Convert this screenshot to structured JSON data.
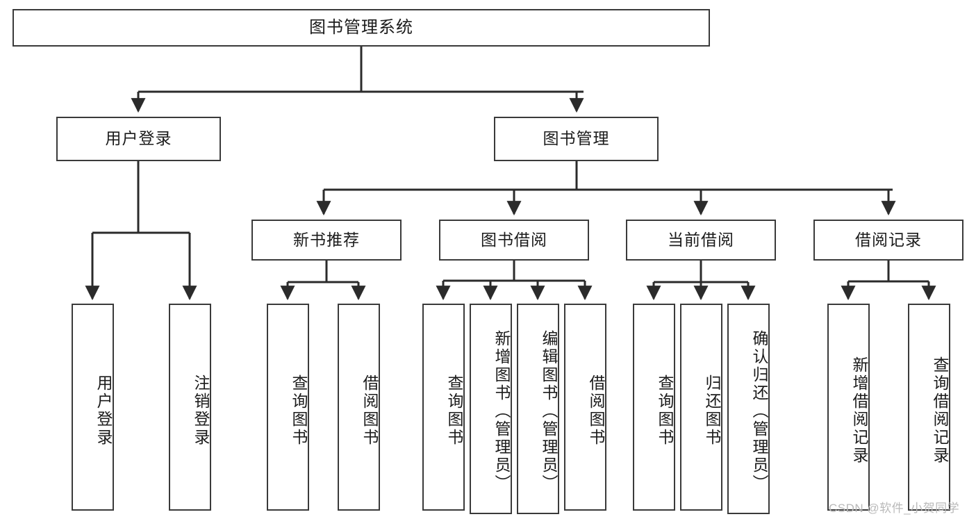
{
  "diagram": {
    "title": "图书管理系统",
    "type": "tree",
    "colors": {
      "box_border": "#3a3a3a",
      "box_fill": "#ffffff",
      "edge": "#2b2b2b",
      "text": "#1b1b1b",
      "watermark": "#b9b9b9"
    },
    "root": {
      "label": "图书管理系统"
    },
    "level2": [
      {
        "id": "user-login",
        "label": "用户登录"
      },
      {
        "id": "book-manage",
        "label": "图书管理"
      }
    ],
    "level3": [
      {
        "id": "new-book-recommend",
        "label": "新书推荐"
      },
      {
        "id": "book-borrow",
        "label": "图书借阅"
      },
      {
        "id": "current-borrow",
        "label": "当前借阅"
      },
      {
        "id": "borrow-record",
        "label": "借阅记录"
      }
    ],
    "leaves": {
      "user_login": [
        {
          "id": "leaf-user-login",
          "label": "用户登录"
        },
        {
          "id": "leaf-logout-login",
          "label": "注销登录"
        }
      ],
      "new_book_recommend": [
        {
          "id": "leaf-query-book-1",
          "label": "查询图书"
        },
        {
          "id": "leaf-borrow-book-1",
          "label": "借阅图书"
        }
      ],
      "book_borrow": [
        {
          "id": "leaf-query-book-2",
          "label": "查询图书"
        },
        {
          "id": "leaf-add-book",
          "label": "新增图书（管理员）"
        },
        {
          "id": "leaf-edit-book",
          "label": "编辑图书（管理员）"
        },
        {
          "id": "leaf-borrow-book-2",
          "label": "借阅图书"
        }
      ],
      "current_borrow": [
        {
          "id": "leaf-query-book-3",
          "label": "查询图书"
        },
        {
          "id": "leaf-return-book",
          "label": "归还图书"
        },
        {
          "id": "leaf-confirm-return",
          "label": "确认归还（管理员）"
        }
      ],
      "borrow_record": [
        {
          "id": "leaf-add-record",
          "label": "新增借阅记录"
        },
        {
          "id": "leaf-query-record",
          "label": "查询借阅记录"
        }
      ]
    }
  },
  "watermark": {
    "text": "CSDN @软件_小贺同学"
  }
}
